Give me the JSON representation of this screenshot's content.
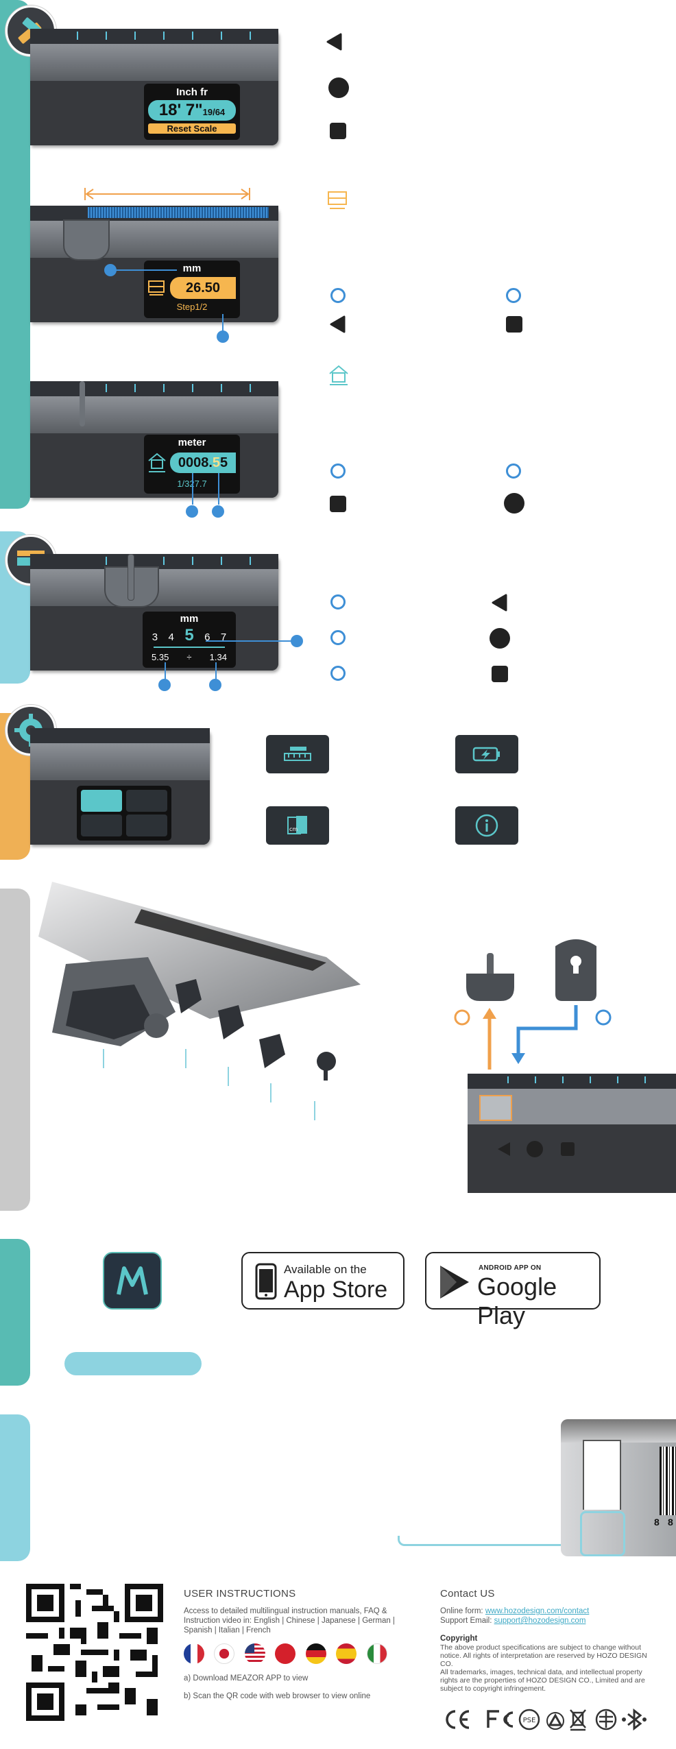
{
  "section1": {
    "screen_unit": "Inch fr",
    "screen_value": "18' 7\"",
    "screen_fraction": "19/64",
    "screen_button": "Reset Scale",
    "controls": [
      "left-triangle-icon",
      "circle-button-icon",
      "square-button-icon"
    ]
  },
  "section2": {
    "screen_unit": "mm",
    "screen_value": "26.50",
    "screen_step": "Step1/2",
    "icon": "stair-measure-icon"
  },
  "section3": {
    "screen_unit": "meter",
    "screen_value_main": "0008.",
    "screen_value_hl": "5",
    "screen_value_end": "5",
    "screen_scale": "1/327.7",
    "icon": "house-scale-icon"
  },
  "section4": {
    "screen_unit": "mm",
    "digits": [
      "3",
      "4",
      "5",
      "6",
      "7"
    ],
    "bottom_left": "5.35",
    "bottom_mid": "÷",
    "bottom_right": "1.34"
  },
  "colors": {
    "teal": "#58bbb3",
    "light_blue": "#8dd3e0",
    "orange": "#efb055",
    "grey": "#c9c9c9",
    "accent_blue": "#3e8fd6",
    "screen_teal": "#5bc6c9",
    "screen_orange": "#f6b64f"
  },
  "app": {
    "appstore_small": "Available on the",
    "appstore_big": "App Store",
    "google_small": "ANDROID APP ON",
    "google_big": "Google Play"
  },
  "footer": {
    "instructions_title": "USER INSTRUCTIONS",
    "instructions_text": "Access to detailed multilingual instruction manuals, FAQ & Instruction video in: English | Chinese | Japanese | German | Spanish | Italian | French",
    "step_a": "a) Download MEAZOR APP to view",
    "step_b": "b) Scan the QR code with web browser to view online",
    "contact_title": "Contact US",
    "online_form_label": "Online form: ",
    "online_form_link": "www.hozodesign.com/contact",
    "support_label": "Support Email: ",
    "support_link": "support@hozodesign.com",
    "copyright_title": "Copyright",
    "copyright_text": "The above product specifications are subject to change without notice. All rights of interpretation are reserved by HOZO DESIGN CO.",
    "trademark_text": "All trademarks, images, technical data, and intellectual property rights are the properties of HOZO DESIGN CO., Limited and are subject to copyright infringement.",
    "cert_marks": [
      "CE",
      "FC",
      "PSE",
      "recycle",
      "WEEE",
      "telec",
      "bluetooth"
    ]
  }
}
